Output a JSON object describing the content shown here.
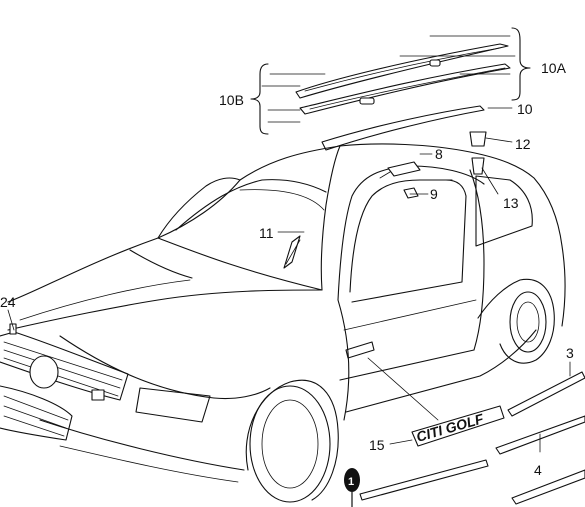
{
  "callouts": {
    "c10A": "10A",
    "c10B": "10B",
    "c10": "10",
    "c12": "12",
    "c8": "8",
    "c9": "9",
    "c13": "13",
    "c11": "11",
    "c24": "24",
    "c3": "3",
    "c15": "15",
    "c4": "4",
    "c1": "1"
  },
  "badge": {
    "text": "CITI GOLF",
    "color": "#111111"
  },
  "colors": {
    "line": "#111111",
    "background": "#ffffff"
  }
}
